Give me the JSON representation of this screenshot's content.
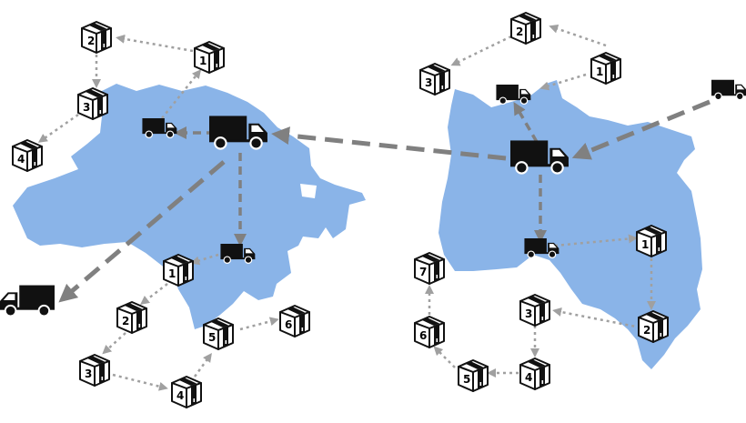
{
  "colors": {
    "region_fill": "#8ab4e8",
    "truck": "#111111",
    "trunk_route": "#808080",
    "local_route": "#9a9a9a",
    "box_stroke": "#111111"
  },
  "icons": {
    "truck": "truck-icon",
    "parcel": "parcel-box-icon"
  },
  "left_city": {
    "parcels": [
      {
        "label": "2"
      },
      {
        "label": "1"
      },
      {
        "label": "3"
      },
      {
        "label": "4"
      },
      {
        "label": "1"
      },
      {
        "label": "2"
      },
      {
        "label": "3"
      },
      {
        "label": "4"
      },
      {
        "label": "5"
      },
      {
        "label": "6"
      }
    ]
  },
  "right_city": {
    "parcels": [
      {
        "label": "2"
      },
      {
        "label": "3"
      },
      {
        "label": "1"
      },
      {
        "label": "1"
      },
      {
        "label": "2"
      },
      {
        "label": "3"
      },
      {
        "label": "4"
      },
      {
        "label": "5"
      },
      {
        "label": "6"
      },
      {
        "label": "7"
      }
    ]
  }
}
